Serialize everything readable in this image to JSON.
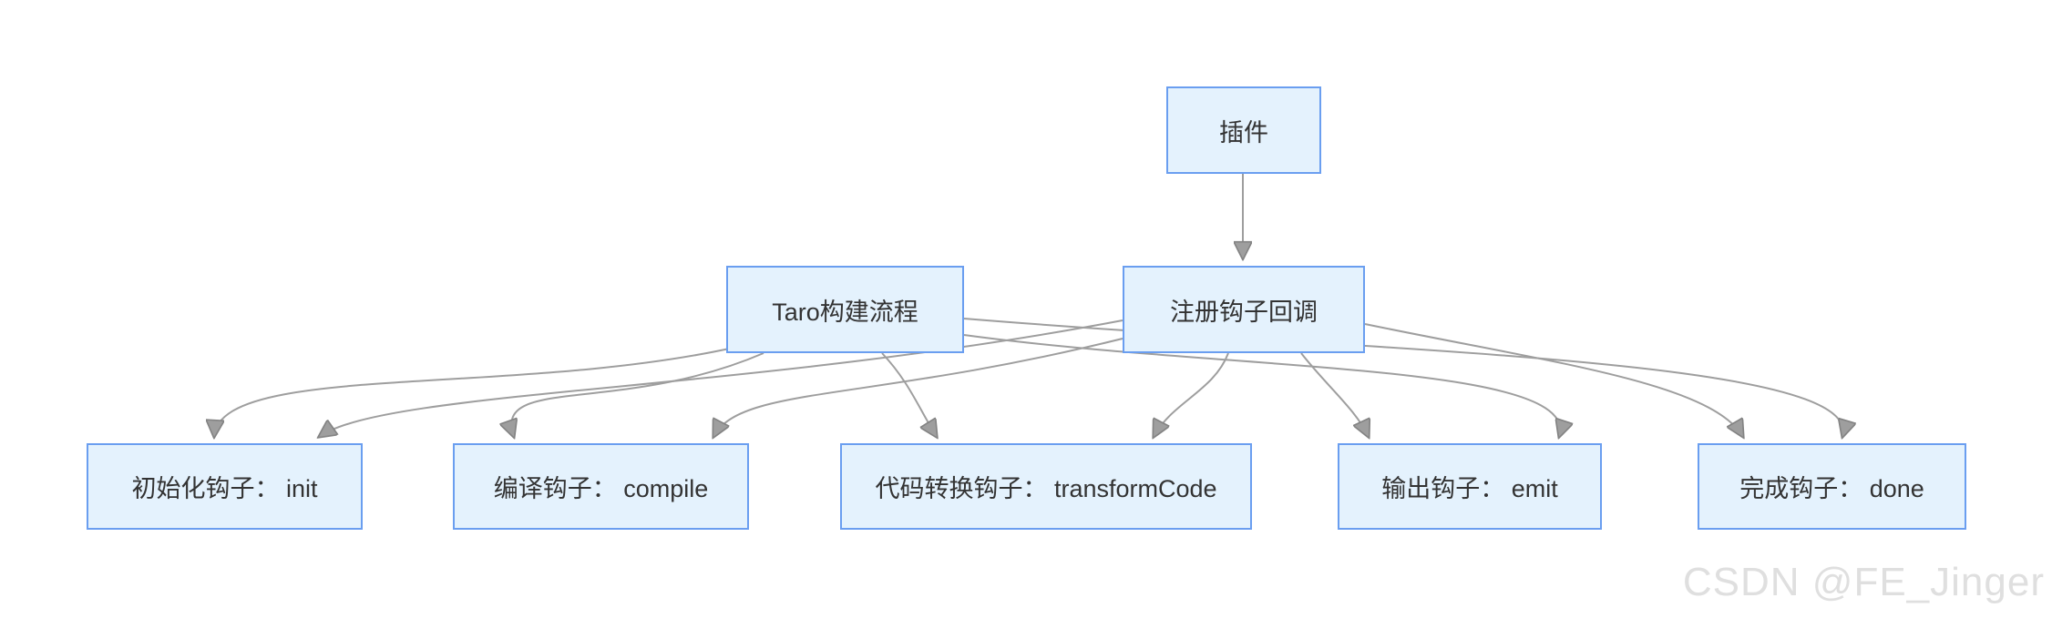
{
  "diagram": {
    "title": "Taro plugin hooks flowchart",
    "colors": {
      "node_fill": "#e4f2fd",
      "node_border": "#6a9ef0",
      "node_text": "#333333",
      "edge": "#9e9e9e",
      "background": "#ffffff"
    },
    "nodes": [
      {
        "id": "plugin",
        "label": "插件"
      },
      {
        "id": "taro",
        "label": "Taro构建流程"
      },
      {
        "id": "register",
        "label": "注册钩子回调"
      },
      {
        "id": "init",
        "label": "初始化钩子： init"
      },
      {
        "id": "compile",
        "label": "编译钩子： compile"
      },
      {
        "id": "transform",
        "label": "代码转换钩子： transformCode"
      },
      {
        "id": "emit",
        "label": "输出钩子： emit"
      },
      {
        "id": "done",
        "label": "完成钩子： done"
      }
    ],
    "edges": [
      {
        "from": "plugin",
        "to": "register"
      },
      {
        "from": "taro",
        "to": "init"
      },
      {
        "from": "taro",
        "to": "compile"
      },
      {
        "from": "taro",
        "to": "transform"
      },
      {
        "from": "taro",
        "to": "emit"
      },
      {
        "from": "taro",
        "to": "done"
      },
      {
        "from": "register",
        "to": "init"
      },
      {
        "from": "register",
        "to": "compile"
      },
      {
        "from": "register",
        "to": "transform"
      },
      {
        "from": "register",
        "to": "emit"
      },
      {
        "from": "register",
        "to": "done"
      }
    ]
  },
  "watermark": {
    "text": "CSDN @FE_Jinger"
  }
}
